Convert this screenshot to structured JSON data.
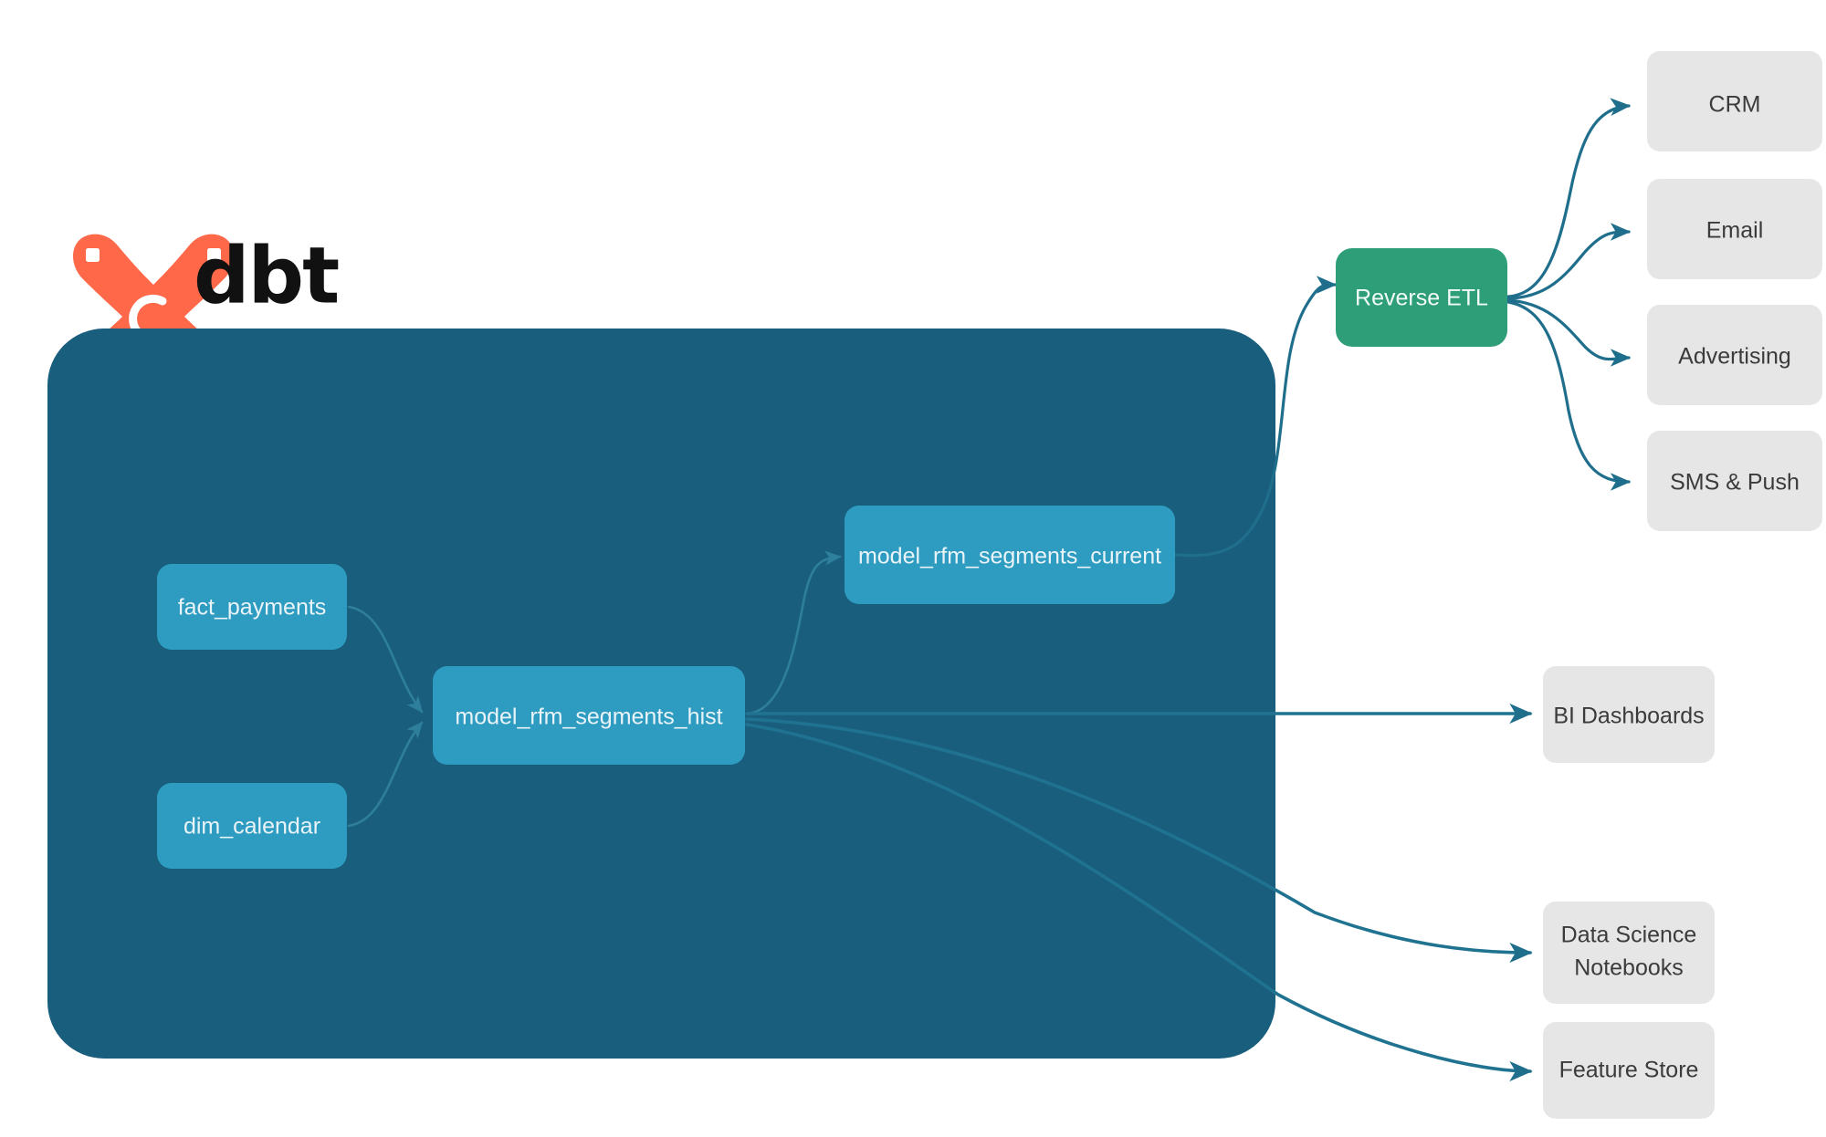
{
  "brand": {
    "name": "dbt",
    "logo_icon": "dbt-star-icon",
    "logo_color": "#FF694A"
  },
  "colors": {
    "background": "#FFFFFF",
    "warehouse_container": "#1A5E7E",
    "model_node": "#2E9CC0",
    "reverse_etl_node": "#2E9E78",
    "consumer_node": "#E6E6E6",
    "edge_outer": "#1F6E8C",
    "edge_inner": "#2E7F9B",
    "model_text": "#EAF4F8",
    "consumer_text": "#3B3B3B"
  },
  "warehouse": {
    "name": "dbt-project-container",
    "models": [
      {
        "id": "fact_payments",
        "label": "fact_payments"
      },
      {
        "id": "dim_calendar",
        "label": "dim_calendar"
      },
      {
        "id": "model_rfm_segments_hist",
        "label": "model_rfm_segments_hist"
      },
      {
        "id": "model_rfm_segments_current",
        "label": "model_rfm_segments_current"
      }
    ]
  },
  "activation": {
    "reverse_etl": {
      "id": "reverse_etl",
      "label": "Reverse ETL"
    },
    "destinations": [
      {
        "id": "crm",
        "label": "CRM"
      },
      {
        "id": "email",
        "label": "Email"
      },
      {
        "id": "advertising",
        "label": "Advertising"
      },
      {
        "id": "sms_push",
        "label": "SMS & Push"
      }
    ]
  },
  "analytics": {
    "consumers": [
      {
        "id": "bi_dashboards",
        "label": "BI Dashboards"
      },
      {
        "id": "data_science_notebooks",
        "label_line1": "Data Science",
        "label_line2": "Notebooks"
      },
      {
        "id": "feature_store",
        "label": "Feature Store"
      }
    ]
  }
}
